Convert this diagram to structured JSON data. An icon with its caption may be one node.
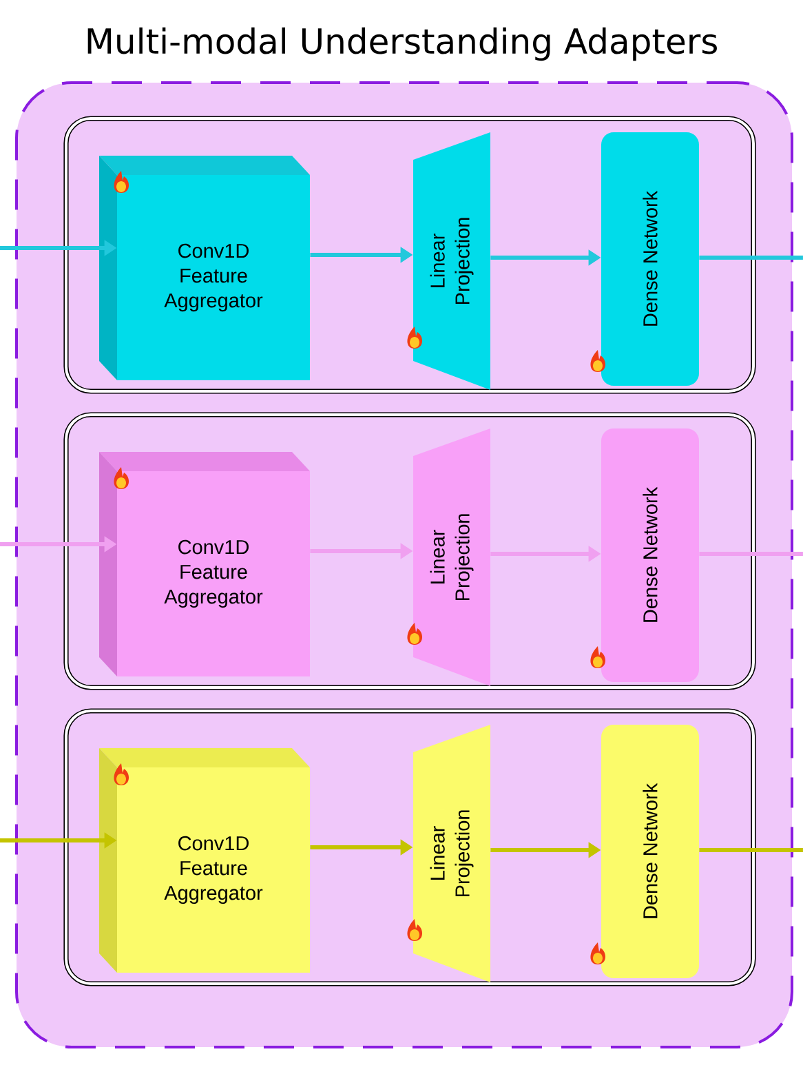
{
  "diagram": {
    "title": "Multi-modal Understanding Adapters",
    "nodes": [
      {
        "text": [],
        "shape": "box"
      },
      {
        "text": [],
        "shape": "box",
        "in": 0
      },
      {
        "text": [
          "Conv1D Feature Aggregator"
        ],
        "in": 1
      },
      {
        "text": [
          "Linear Projection"
        ],
        "in": 1
      },
      {
        "text": [
          "Dense Network"
        ],
        "in": 1
      },
      {
        "text": [],
        "shape": "box",
        "in": 0
      },
      {
        "text": [
          "Conv1D Feature Aggregator"
        ],
        "in": 5
      },
      {
        "text": [
          "Linear Projection"
        ],
        "in": 5
      },
      {
        "text": [
          "Dense Network"
        ],
        "in": 5
      },
      {
        "text": [],
        "shape": "box",
        "in": 0
      },
      {
        "text": [
          "Conv1D Feature Aggregator"
        ],
        "in": 9
      },
      {
        "text": [
          "Linear Projection"
        ],
        "in": 9
      },
      {
        "text": [
          "Dense Network"
        ],
        "in": 9
      }
    ],
    "edges": [
      {
        "from": null,
        "to": 2,
        "arrow": "to",
        "color": "#22c8dc"
      },
      {
        "from": 2,
        "to": 3,
        "arrow": "to",
        "color": "#22c8dc"
      },
      {
        "from": 3,
        "to": 4,
        "arrow": "to",
        "color": "#22c8dc"
      },
      {
        "from": 4,
        "to": null,
        "arrow": "none",
        "color": "#22c8dc"
      },
      {
        "from": null,
        "to": 6,
        "arrow": "to",
        "color": "#f0a0f0"
      },
      {
        "from": 6,
        "to": 7,
        "arrow": "to",
        "color": "#f0a0f0"
      },
      {
        "from": 7,
        "to": 8,
        "arrow": "to",
        "color": "#f0a0f0"
      },
      {
        "from": 8,
        "to": null,
        "arrow": "none",
        "color": "#f0a0f0"
      },
      {
        "from": null,
        "to": 10,
        "arrow": "to",
        "color": "#c4c400"
      },
      {
        "from": 10,
        "to": 11,
        "arrow": "to",
        "color": "#c4c400"
      },
      {
        "from": 11,
        "to": 12,
        "arrow": "to",
        "color": "#c4c400"
      },
      {
        "from": 12,
        "to": null,
        "arrow": "none",
        "color": "#c4c400"
      }
    ]
  }
}
